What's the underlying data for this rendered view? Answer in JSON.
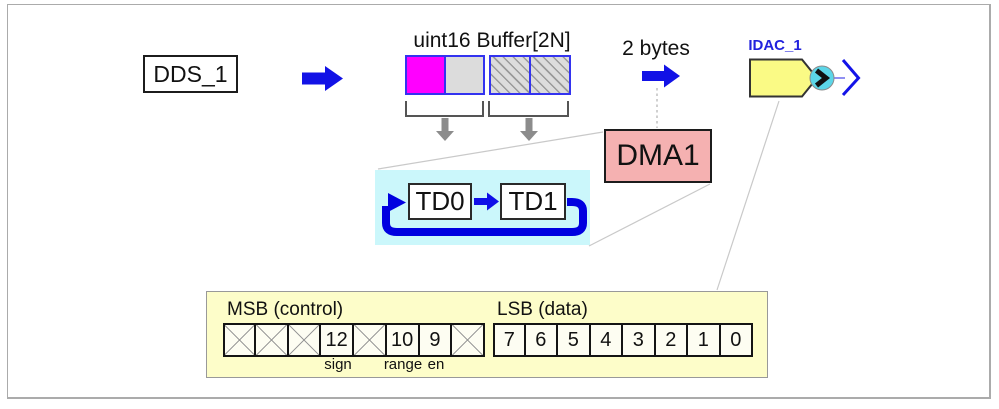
{
  "flow": {
    "dds_label": "DDS_1",
    "buffer_title": "uint16 Buffer[2N]",
    "bytes_label": "2 bytes",
    "dma_label": "DMA1",
    "td0_label": "TD0",
    "td1_label": "TD1",
    "idac_label": "IDAC_1"
  },
  "bitfield": {
    "msb_title": "MSB (control)",
    "lsb_title": "LSB (data)",
    "msb_cells": [
      "",
      "",
      "",
      "12",
      "",
      "10",
      "9",
      ""
    ],
    "msb_crossed": [
      true,
      true,
      true,
      false,
      true,
      false,
      false,
      true
    ],
    "sign_label": "sign",
    "range_label": "range",
    "en_label": "en",
    "lsb_cells": [
      "7",
      "6",
      "5",
      "4",
      "3",
      "2",
      "1",
      "0"
    ]
  },
  "icons": {
    "flow_arrow": "block-arrow-right",
    "transfer_arrow": "arrow-down",
    "loop_arrow": "cyclic-loop",
    "port_chevron": "chevron-right-in-circle",
    "wire_end": "open-chevron-right"
  },
  "colors": {
    "flow_blue": "#1212e6",
    "buffer_border_blue": "#3333f0",
    "buffer_current_cell": "#ff00ff",
    "buffer_empty_cell": "#dcdcdc",
    "dma_pink": "#f5b1b1",
    "chain_cyan": "#cbf7fb",
    "idac_yellow": "#fafa85",
    "register_yellow": "#fdfdc9",
    "port_circle_cyan": "#5cd6e8",
    "gray_arrow": "#8c8c8c"
  }
}
